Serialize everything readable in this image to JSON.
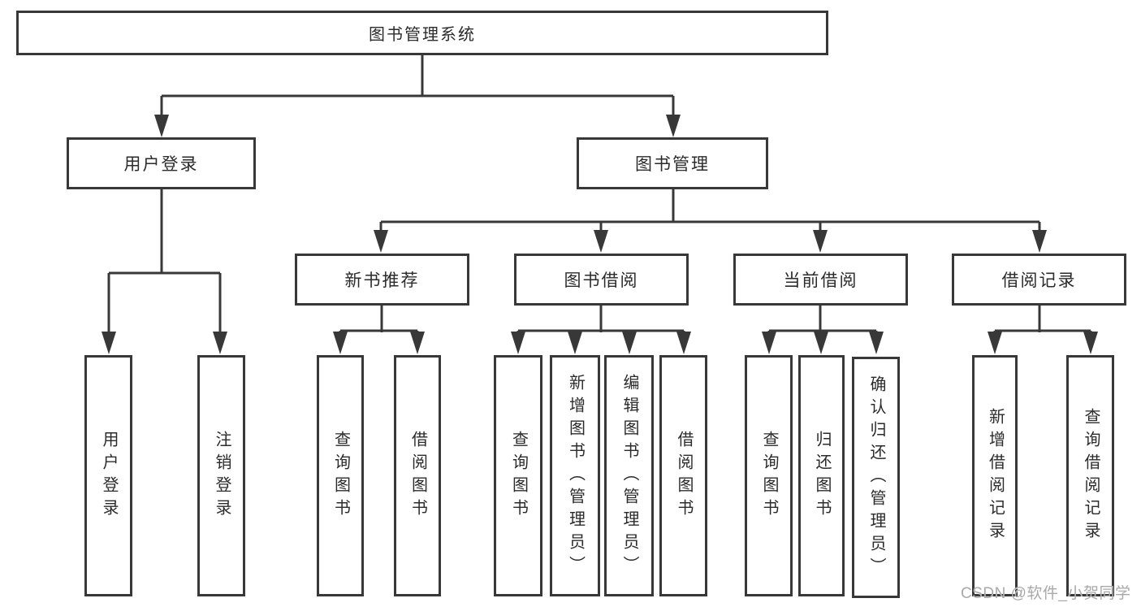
{
  "diagram": {
    "root": {
      "label": "图书管理系统"
    },
    "branches": [
      {
        "label": "用户登录",
        "children": [
          {
            "label": "用户登录"
          },
          {
            "label": "注销登录"
          }
        ]
      },
      {
        "label": "图书管理",
        "children": [
          {
            "label": "新书推荐",
            "children": [
              {
                "label": "查询图书"
              },
              {
                "label": "借阅图书"
              }
            ]
          },
          {
            "label": "图书借阅",
            "children": [
              {
                "label": "查询图书"
              },
              {
                "label": "新增图书（管理员）"
              },
              {
                "label": "编辑图书（管理员）"
              },
              {
                "label": "借阅图书"
              }
            ]
          },
          {
            "label": "当前借阅",
            "children": [
              {
                "label": "查询图书"
              },
              {
                "label": "归还图书"
              },
              {
                "label": "确认归还（管理员）"
              }
            ]
          },
          {
            "label": "借阅记录",
            "children": [
              {
                "label": "新增借阅记录"
              },
              {
                "label": "查询借阅记录"
              }
            ]
          }
        ]
      }
    ]
  },
  "watermark": {
    "text": "CSDN @软件_小贺同学"
  },
  "colors": {
    "line": "#383838",
    "box_border": "#383838",
    "text": "#2b2b2b",
    "background": "#ffffff",
    "watermark": "#a9a9a9"
  }
}
